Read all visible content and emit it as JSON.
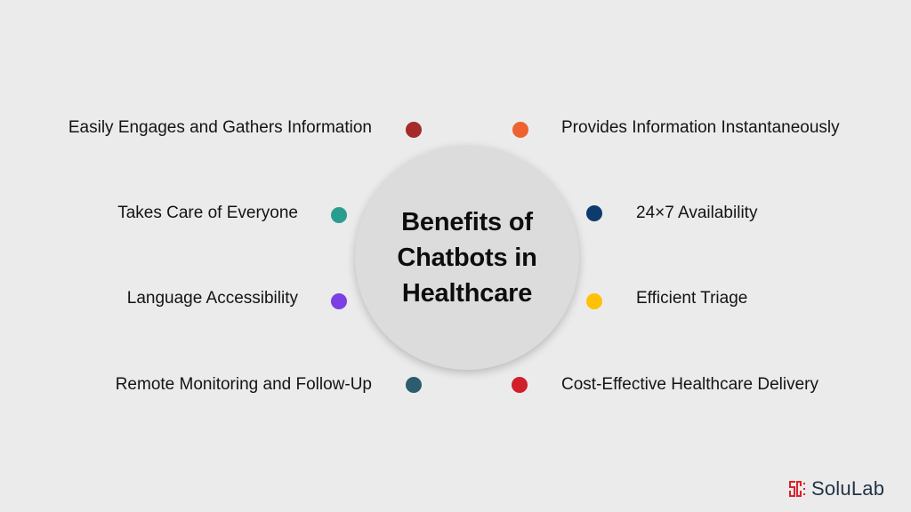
{
  "title": "Benefits of Chatbots in Healthcare",
  "title_lines": [
    "Benefits of",
    "Chatbots in",
    "Healthcare"
  ],
  "benefits_left": [
    {
      "label": "Easily Engages and Gathers Information",
      "color": "#a52a2a"
    },
    {
      "label": "Takes Care of Everyone",
      "color": "#2a9d8f"
    },
    {
      "label": "Language Accessibility",
      "color": "#7b3fe4"
    },
    {
      "label": "Remote Monitoring and Follow-Up",
      "color": "#2d5c6e"
    }
  ],
  "benefits_right": [
    {
      "label": "Provides Information Instantaneously",
      "color": "#ee6130"
    },
    {
      "label": "24×7 Availability",
      "color": "#0d3b6e"
    },
    {
      "label": "Efficient Triage",
      "color": "#ffc107"
    },
    {
      "label": "Cost-Effective Healthcare Delivery",
      "color": "#d0202a"
    }
  ],
  "brand": {
    "name": "SoluLab",
    "mark_color": "#d9232e",
    "text_color": "#243447"
  },
  "colors": {
    "background": "#ebebeb",
    "circle": "#dcdcdc"
  }
}
